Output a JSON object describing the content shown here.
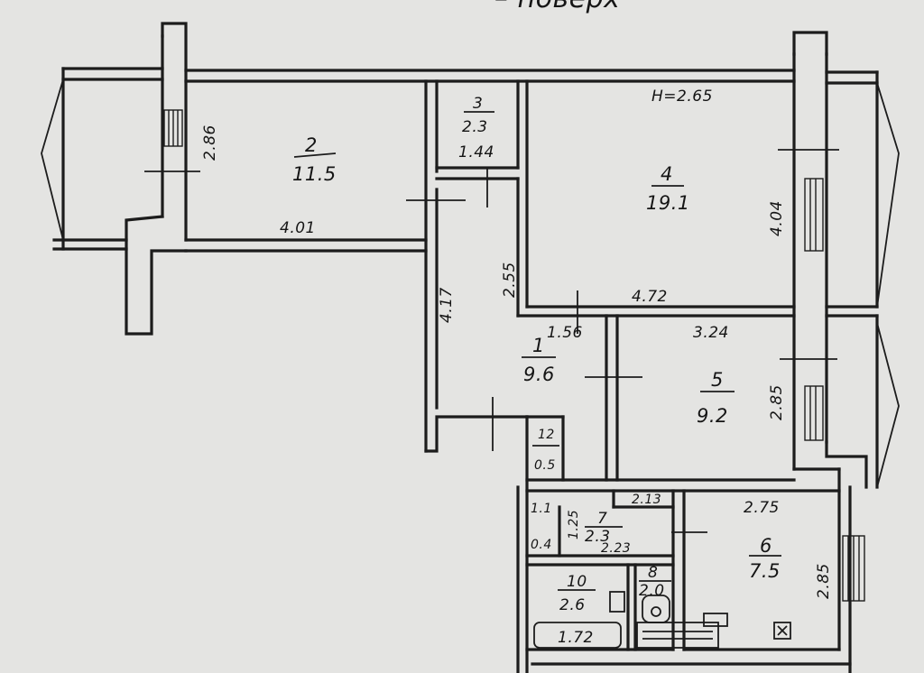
{
  "header": {
    "title": "– поверх"
  },
  "ceiling_height": "H=2.65",
  "rooms": [
    {
      "number": "1",
      "area": "9.6"
    },
    {
      "number": "2",
      "area": "11.5"
    },
    {
      "number": "3",
      "area": "2.3"
    },
    {
      "number": "4",
      "area": "19.1"
    },
    {
      "number": "5",
      "area": "9.2"
    },
    {
      "number": "6",
      "area": "7.5"
    },
    {
      "number": "7",
      "area": "2.3"
    },
    {
      "number": "8",
      "area": "2.0"
    },
    {
      "number": "10",
      "area": "2.6"
    },
    {
      "number": "12",
      "area": "0.5"
    }
  ],
  "dimensions": {
    "d1": "2.86",
    "d2": "4.01",
    "d3": "1.44",
    "d4": "4.04",
    "d5": "4.72",
    "d6": "2.55",
    "d7": "4.17",
    "d8": "1.56",
    "d9": "3.24",
    "d10": "2.85",
    "d11": "2.75",
    "d12": "2.85",
    "d13": "1.72",
    "d14": "2.23",
    "d15": "2.13",
    "d16": "1.25",
    "d17": "1.1",
    "d18": "0.4"
  }
}
